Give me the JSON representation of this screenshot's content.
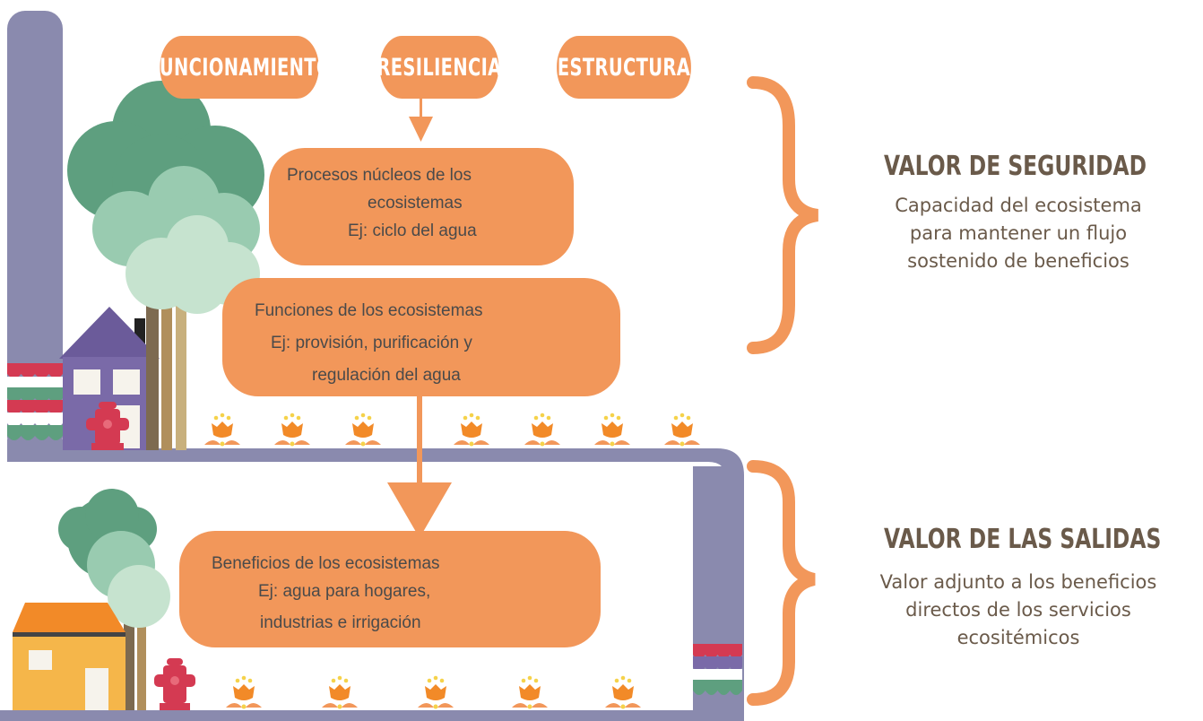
{
  "top_labels": {
    "funcionamiento": "FUNCIONAMIENTO",
    "resiliencia": "RESILIENCIA",
    "estructura": "ESTRUCTURA"
  },
  "procesos": {
    "line1": "Procesos núcleos de los",
    "line2": "ecosistemas",
    "line3": "Ej: ciclo del agua"
  },
  "funciones": {
    "line1": "Funciones de los ecosistemas",
    "line2": "Ej: provisión, purificación y",
    "line3": "regulación del agua"
  },
  "beneficios": {
    "line1": "Beneficios de los ecosistemas",
    "line2": "Ej: agua para hogares,",
    "line3": "industrias e irrigación"
  },
  "valor_seguridad": {
    "title": "VALOR DE SEGURIDAD",
    "desc1": "Capacidad del ecosistema",
    "desc2": "para mantener un flujo",
    "desc3": "sostenido de beneficios"
  },
  "valor_salidas": {
    "title": "VALOR DE LAS SALIDAS",
    "desc1": "Valor adjunto a los beneficios",
    "desc2": "directos de los servicios",
    "desc3": "ecositémicos"
  },
  "colors": {
    "orange": "#f2975a",
    "pipe": "#8a8aae",
    "heading_text": "#6a5a4a",
    "tree_dark": "#5e9f7f",
    "tree_light": "#99cbb0",
    "tree_pale": "#c6e3cf",
    "house_purple": "#7a6aa8",
    "house_yellow": "#f5b64a",
    "hydrant_red": "#d43a52"
  },
  "icons": [
    "tree-icon",
    "house-icon",
    "fire-hydrant-icon",
    "tulip-icon",
    "pipe",
    "curly-brace",
    "arrow-down"
  ]
}
